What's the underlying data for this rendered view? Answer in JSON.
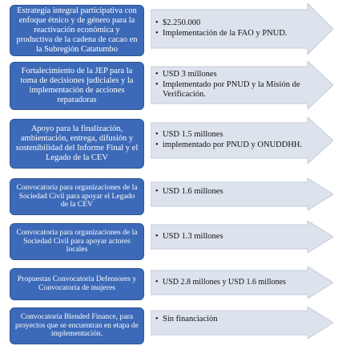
{
  "colors": {
    "box_fill": "#3d6ab8",
    "box_border": "#2e5496",
    "arrow_fill": "#dde3ed",
    "arrow_stroke": "#c3cbd9",
    "box_text": "#ffffff"
  },
  "bullet_symbol": "•",
  "rows": [
    {
      "label": "Estrategia integral participativa con enfoque étnico y de género para la reactivación económica y productiva de la cadena de cacao en la Subregión Catatumbo",
      "details": [
        "$2.250.000",
        "Implementación de la FAO y PNUD."
      ]
    },
    {
      "label": "Fortalecimiento de la JEP para la toma de decisiones judiciales y la implementación de acciones reparadoras",
      "details": [
        "USD 3 millones",
        "Implementado por PNUD y la Misión de Verificación."
      ]
    },
    {
      "label": "Apoyo para la finalización, ambientación, entrega, difusión y sostenibilidad del Informe Final y el Legado de la CEV",
      "details": [
        "USD 1.5 millones",
        "implementado por PNUD y ONUDDHH."
      ]
    },
    {
      "label": "Convocatoria para organizaciones de la Sociedad Civil para apoyar el Legado de la CEV",
      "details": [
        "USD 1.6 millones"
      ]
    },
    {
      "label": "Convocatoria para organizaciones de la Sociedad Civil para apoyar actores locales",
      "details": [
        "USD 1.3 millones"
      ]
    },
    {
      "label": "Propuestas Convocatoria Defensores y Convocatoria de mujeres",
      "details": [
        "USD 2.8 millones y USD 1.6 millones"
      ]
    },
    {
      "label": "Convocatoria Blended Finance, para proyectos que se encuentran en etapa de implementación.",
      "details": [
        "Sin financiación"
      ]
    }
  ]
}
